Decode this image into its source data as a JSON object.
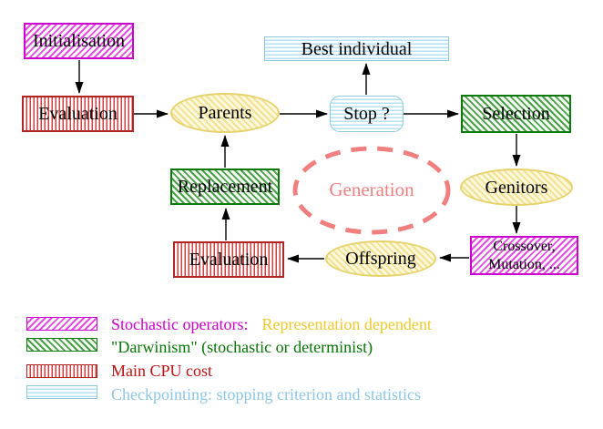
{
  "diagram": {
    "title_hint": "Evolutionary algorithm generation loop",
    "nodes": {
      "initialisation": {
        "label": "Initialisation"
      },
      "evaluation_top": {
        "label": "Evaluation"
      },
      "parents": {
        "label": "Parents"
      },
      "best_individual": {
        "label": "Best individual"
      },
      "stop": {
        "label": "Stop ?"
      },
      "selection": {
        "label": "Selection"
      },
      "genitors": {
        "label": "Genitors"
      },
      "crossover_mutation": {
        "line1": "Crossover,",
        "line2": "Mutation, ..."
      },
      "offspring": {
        "label": "Offspring"
      },
      "evaluation_bottom": {
        "label": "Evaluation"
      },
      "replacement": {
        "label": "Replacement"
      },
      "generation": {
        "label": "Generation"
      }
    },
    "colors": {
      "magenta_border": "#cf00cf",
      "magenta_hatch": "#e44ce4",
      "red_border": "#b32424",
      "red_stripe": "#cc4242",
      "green_border": "#0b7a0b",
      "green_hatch": "#48a048",
      "cyan_border": "#8fc9dd",
      "cyan_stripe": "#b5e2f2",
      "yellow_border": "#e6d36e",
      "yellow_hatch": "#f0e195",
      "generation_dash": "#f08080",
      "arrow": "#000000"
    }
  },
  "legend": {
    "items": [
      {
        "pattern": "magenta-diagonal-hatch",
        "text": "Stochastic operators:",
        "text2": "Representation dependent",
        "text_color": "#cc00cc",
        "text2_color": "#eec92d"
      },
      {
        "pattern": "green-diagonal-hatch",
        "text": "\"Darwinism\" (stochastic or determinist)",
        "text_color": "#067506"
      },
      {
        "pattern": "red-vertical-stripes",
        "text": "Main CPU cost",
        "text_color": "#bb1111"
      },
      {
        "pattern": "cyan-horizontal-stripes",
        "text": "Checkpointing: stopping criterion and statistics",
        "text_color": "#8cc6e4"
      }
    ]
  }
}
